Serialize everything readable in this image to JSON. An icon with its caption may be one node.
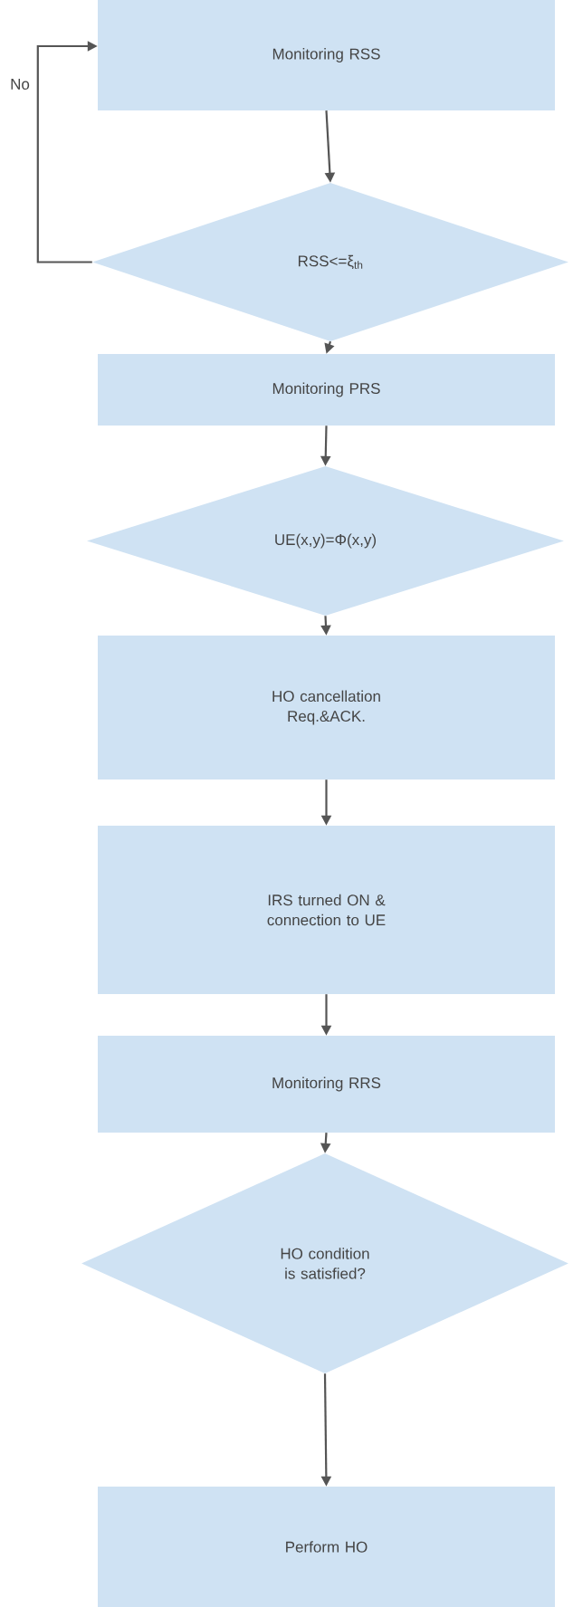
{
  "diagram": {
    "nodes": [
      {
        "text": [
          "Monitoring RSS"
        ]
      },
      {
        "text": [
          "RSS<=ξ$_{th}$"
        ]
      },
      {
        "text": [
          "Monitoring PRS"
        ]
      },
      {
        "text": [
          "UE(x,y)=Φ(x,y)"
        ]
      },
      {
        "text": [
          "HO cancellation Req.&ACK."
        ]
      },
      {
        "text": [
          "IRS turned ON & connection to UE"
        ]
      },
      {
        "text": [
          "Monitoring RRS"
        ]
      },
      {
        "text": [
          "HO condition is satisfied?"
        ]
      },
      {
        "text": [
          "Perform HO"
        ]
      }
    ],
    "edges": [
      {
        "from": 0,
        "to": 1,
        "arrow": "to"
      },
      {
        "from": 1,
        "to": 0,
        "arrow": "to",
        "label": "No"
      },
      {
        "from": 1,
        "to": 2,
        "arrow": "to"
      },
      {
        "from": 2,
        "to": 3,
        "arrow": "to"
      },
      {
        "from": 3,
        "to": 4,
        "arrow": "to"
      },
      {
        "from": 4,
        "to": 5,
        "arrow": "to"
      },
      {
        "from": 5,
        "to": 6,
        "arrow": "to"
      },
      {
        "from": 6,
        "to": 7,
        "arrow": "to"
      },
      {
        "from": 7,
        "to": 8,
        "arrow": "to"
      }
    ]
  }
}
